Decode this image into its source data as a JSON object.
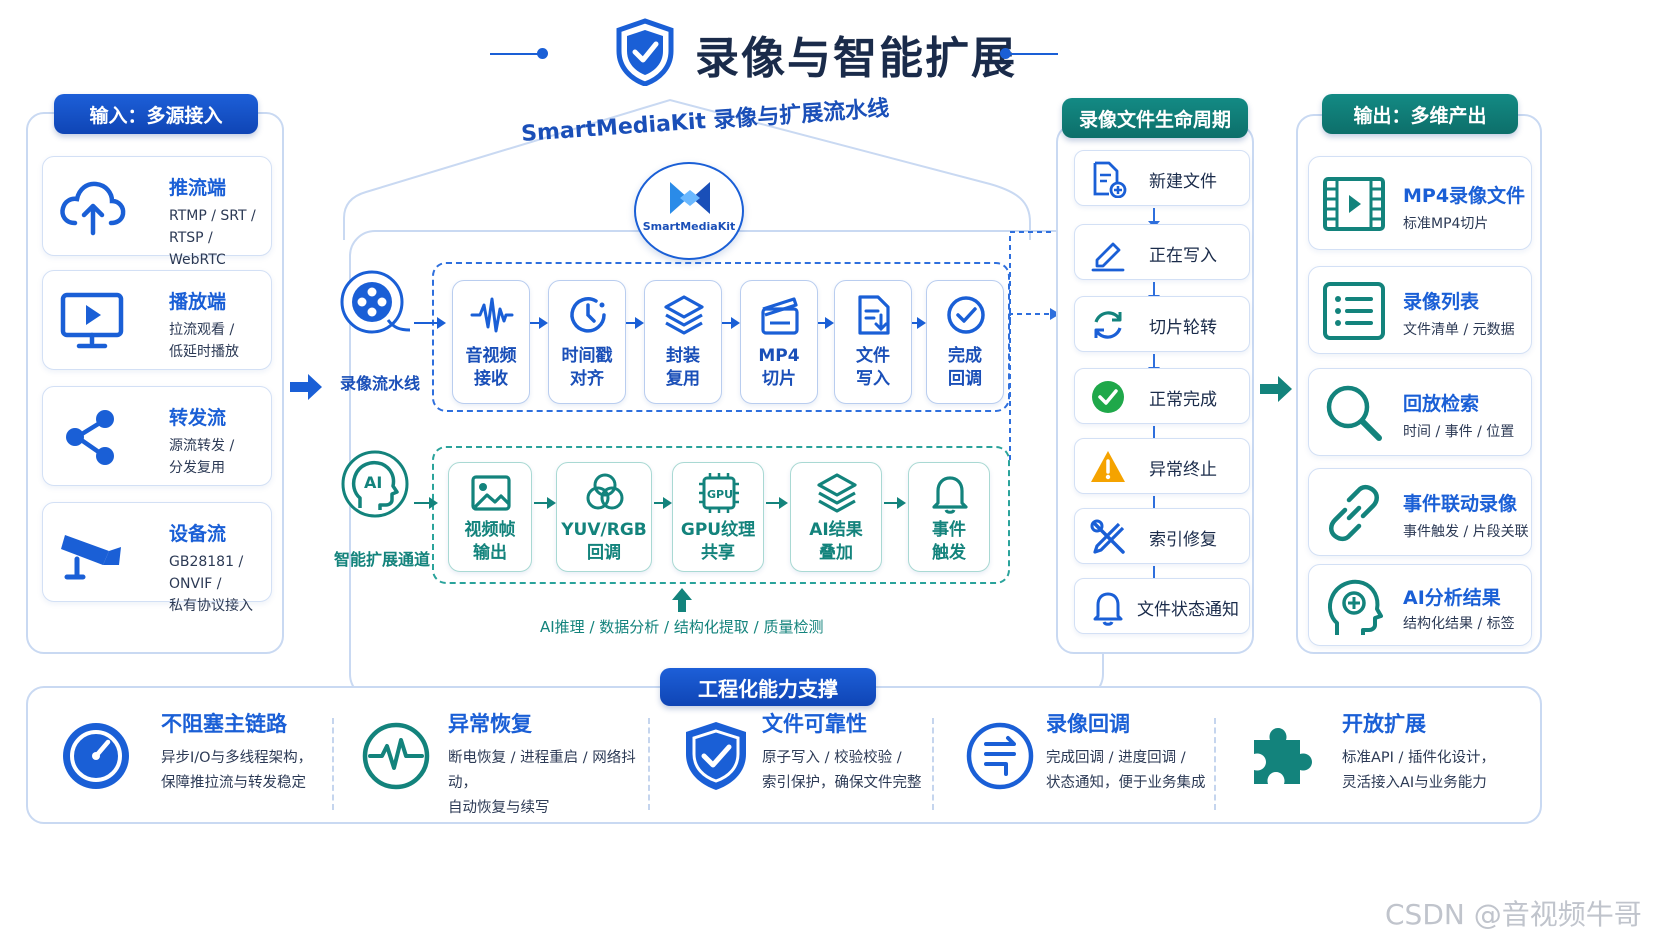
{
  "title": "录像与智能扩展",
  "colors": {
    "primary_blue": "#1a5fd6",
    "teal": "#13837c",
    "warning": "#f5a300",
    "success": "#1fa84a"
  },
  "input_panel": {
    "tag": "输入：多源接入",
    "cards": [
      {
        "icon": "cloud-upload-icon",
        "title": "推流端",
        "sub": "RTMP / SRT /\nRTSP / WebRTC"
      },
      {
        "icon": "monitor-play-icon",
        "title": "播放端",
        "sub": "拉流观看 /\n低延时播放"
      },
      {
        "icon": "share-icon",
        "title": "转发流",
        "sub": "源流转发 /\n分发复用"
      },
      {
        "icon": "security-camera-icon",
        "title": "设备流",
        "sub": "GB28181 / ONVIF /\n私有协议接入"
      }
    ]
  },
  "pipeline": {
    "arc_title": "SmartMediaKit 录像与扩展流水线",
    "logo_text": "SmartMediaKit",
    "record_label": "录像流水线",
    "record_steps": [
      {
        "icon": "waveform-icon",
        "label": "音视频\n接收"
      },
      {
        "icon": "clock-icon",
        "label": "时间戳\n对齐"
      },
      {
        "icon": "layers-icon",
        "label": "封装\n复用"
      },
      {
        "icon": "clapperboard-icon",
        "label": "MP4\n切片"
      },
      {
        "icon": "file-write-icon",
        "label": "文件\n写入"
      },
      {
        "icon": "check-circle-icon",
        "label": "完成\n回调"
      }
    ],
    "ai_label": "智能扩展通道",
    "ai_steps": [
      {
        "icon": "image-icon",
        "label": "视频帧\n输出"
      },
      {
        "icon": "rgb-circles-icon",
        "label": "YUV/RGB\n回调"
      },
      {
        "icon": "gpu-chip-icon",
        "label": "GPU纹理\n共享"
      },
      {
        "icon": "layers-icon",
        "label": "AI结果\n叠加"
      },
      {
        "icon": "bell-icon",
        "label": "事件\n触发"
      }
    ],
    "ai_footer": "AI推理 / 数据分析 / 结构化提取 / 质量检测"
  },
  "lifecycle": {
    "tag": "录像文件生命周期",
    "items": [
      {
        "icon": "new-file-icon",
        "label": "新建文件"
      },
      {
        "icon": "pencil-write-icon",
        "label": "正在写入"
      },
      {
        "icon": "rotate-icon",
        "label": "切片轮转"
      },
      {
        "icon": "success-check-icon",
        "label": "正常完成"
      },
      {
        "icon": "warning-icon",
        "label": "异常终止"
      },
      {
        "icon": "tools-icon",
        "label": "索引修复"
      },
      {
        "icon": "notify-bell-icon",
        "label": "文件状态通知"
      }
    ]
  },
  "output_panel": {
    "tag": "输出：多维产出",
    "cards": [
      {
        "icon": "film-icon",
        "title": "MP4录像文件",
        "sub": "标准MP4切片"
      },
      {
        "icon": "list-icon",
        "title": "录像列表",
        "sub": "文件清单 / 元数据"
      },
      {
        "icon": "magnifier-icon",
        "title": "回放检索",
        "sub": "时间 / 事件 / 位置"
      },
      {
        "icon": "link-icon",
        "title": "事件联动录像",
        "sub": "事件触发 / 片段关联"
      },
      {
        "icon": "ai-head-icon",
        "title": "AI分析结果",
        "sub": "结构化结果 / 标签"
      }
    ]
  },
  "engineering": {
    "tag": "工程化能力支撑",
    "items": [
      {
        "icon": "gauge-icon",
        "title": "不阻塞主链路",
        "sub": "异步I/O与多线程架构，\n保障推拉流与转发稳定"
      },
      {
        "icon": "pulse-icon",
        "title": "异常恢复",
        "sub": "断电恢复 / 进程重启 / 网络抖动，\n自动恢复与续写"
      },
      {
        "icon": "shield-check-icon",
        "title": "文件可靠性",
        "sub": "原子写入 / 校验校验 /\n索引保护，确保文件完整"
      },
      {
        "icon": "callback-icon",
        "title": "录像回调",
        "sub": "完成回调 / 进度回调 /\n状态通知，便于业务集成"
      },
      {
        "icon": "puzzle-icon",
        "title": "开放扩展",
        "sub": "标准API / 插件化设计，\n灵活接入AI与业务能力"
      }
    ]
  },
  "watermark": "CSDN @音视频牛哥"
}
